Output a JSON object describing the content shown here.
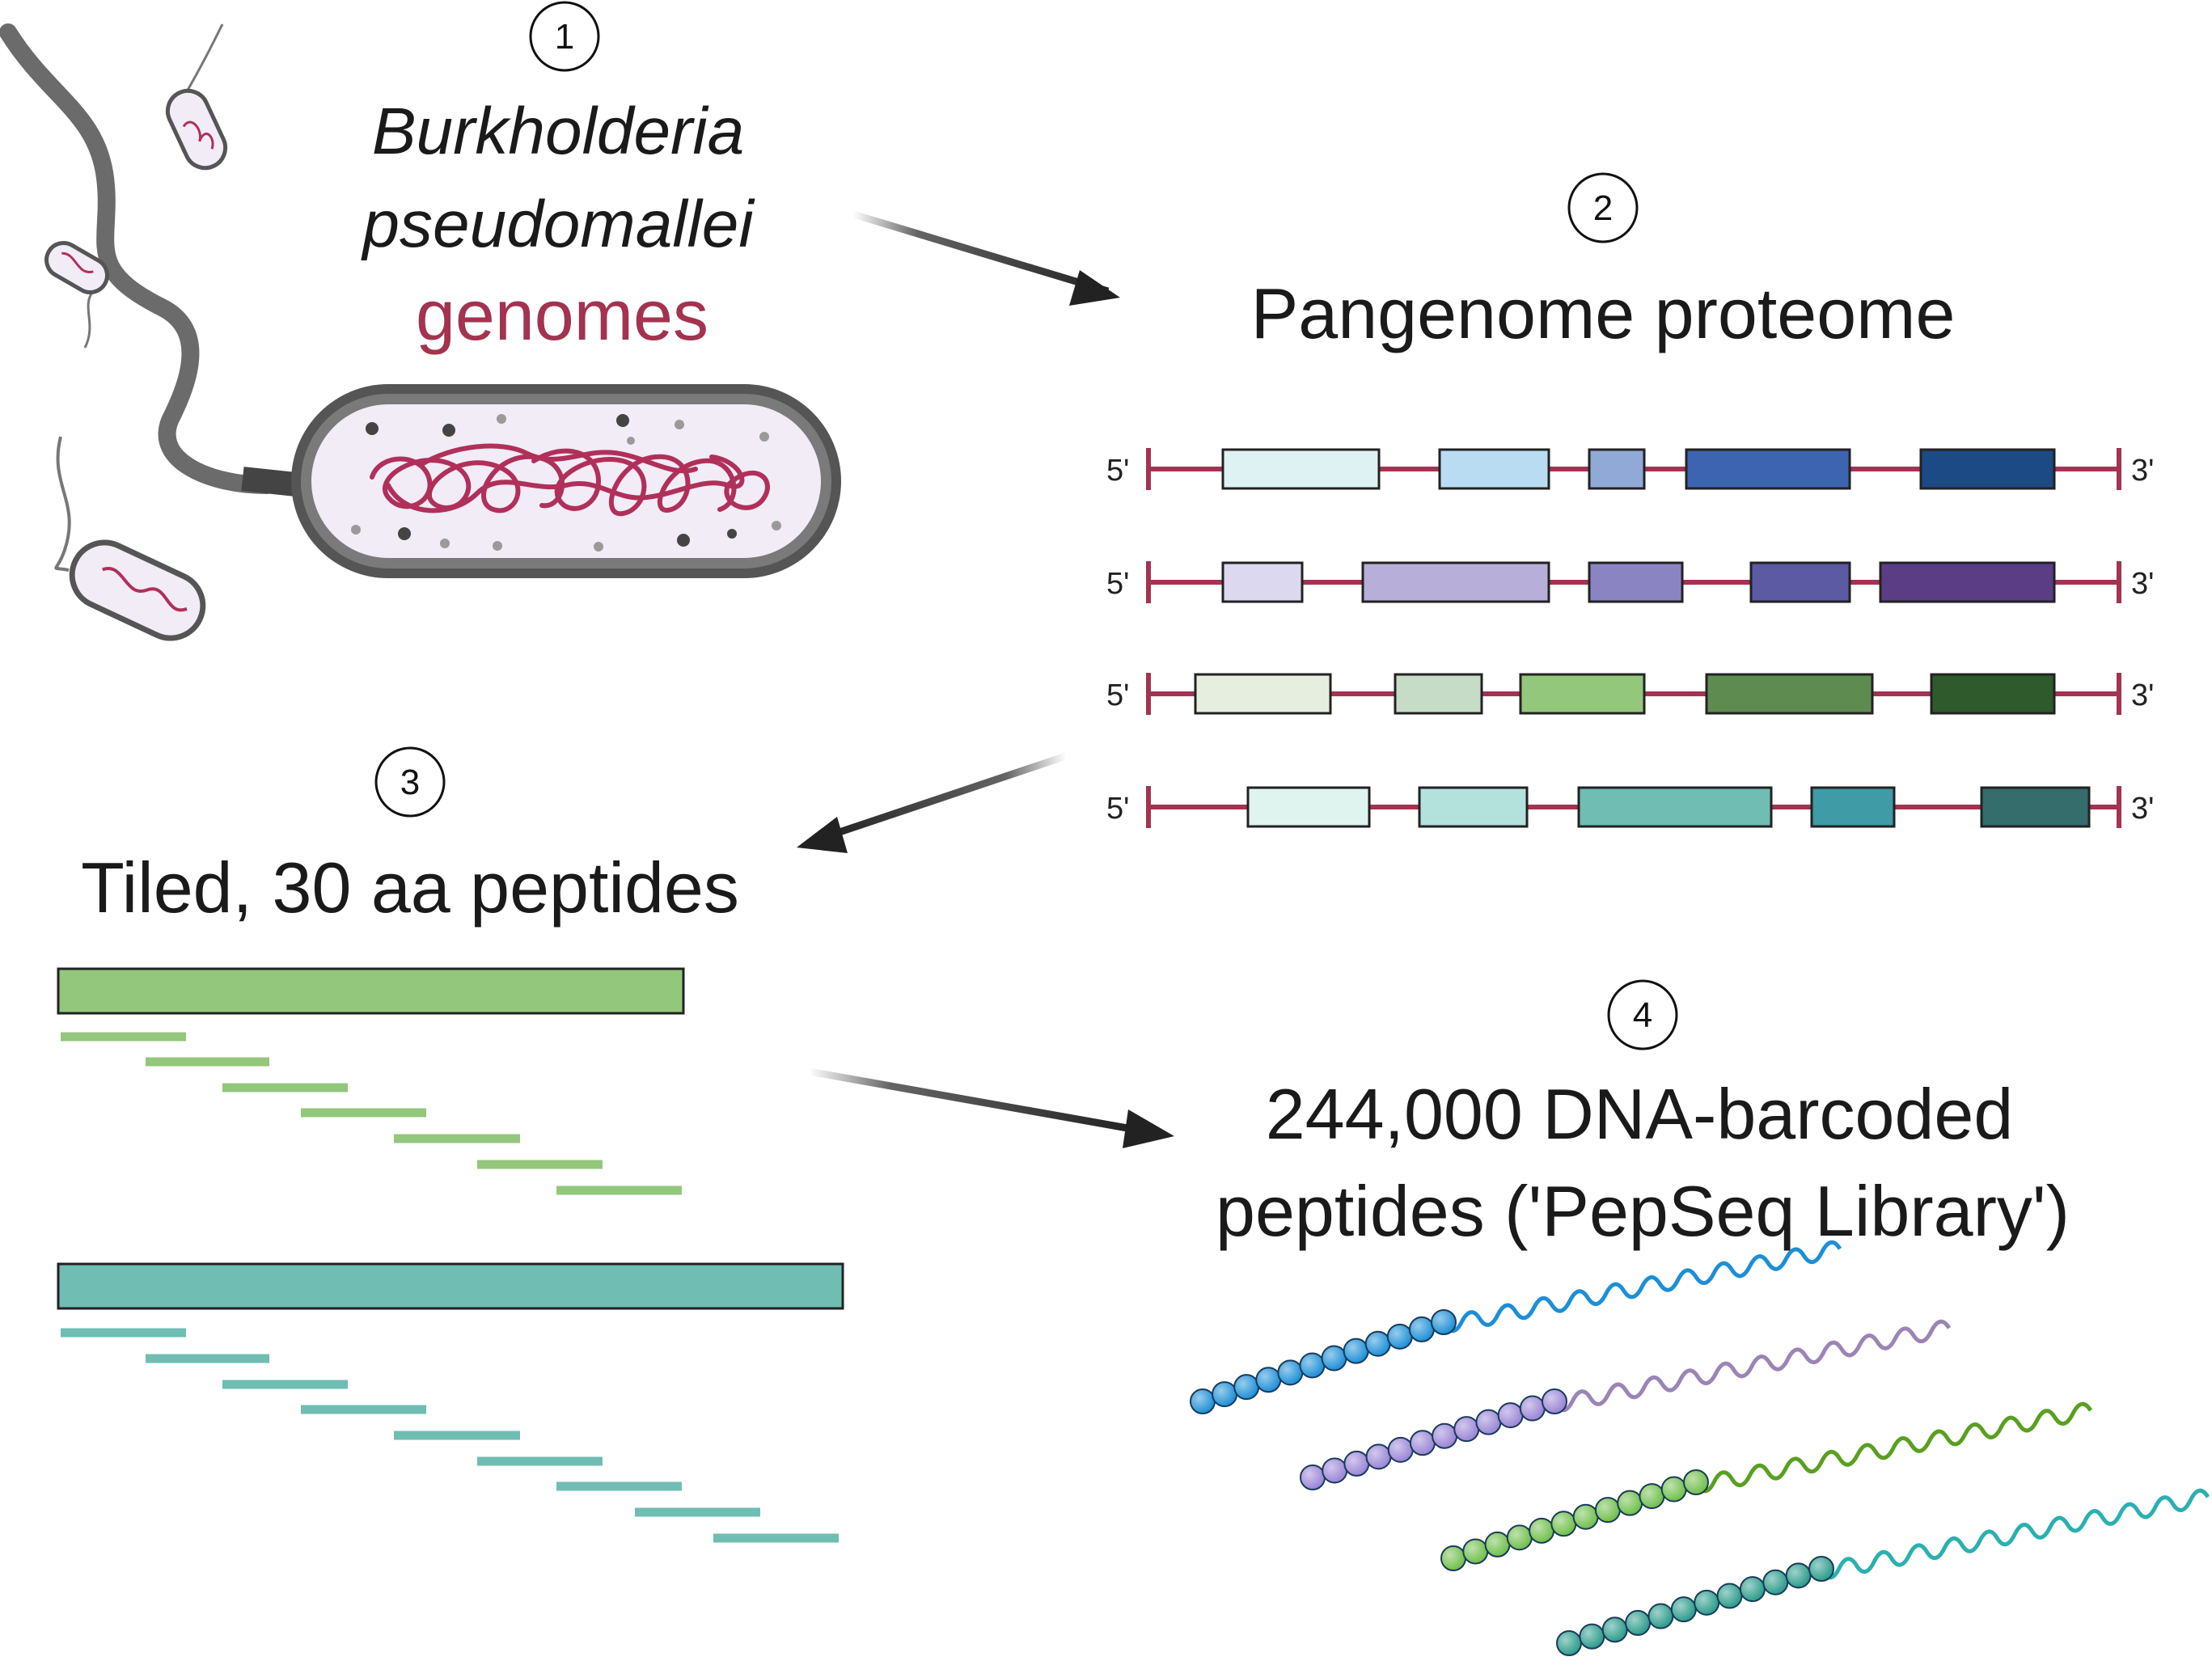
{
  "steps": {
    "s1": {
      "number": "1",
      "title_line1": "Burkholderia",
      "title_line2": "pseudomallei",
      "title_line3": "genomes"
    },
    "s2": {
      "number": "2",
      "title": "Pangenome proteome"
    },
    "s3": {
      "number": "3",
      "title": "Tiled, 30 aa peptides"
    },
    "s4": {
      "number": "4",
      "title_line1": "244,000 DNA-barcoded",
      "title_line2": "peptides ('PepSeq Library')"
    }
  },
  "strand_labels": {
    "five_prime": "5'",
    "three_prime": "3'"
  },
  "colors": {
    "accent_red": "#a3334f",
    "strand_line": "#a3334f",
    "text": "#1a1a1a",
    "cell_fill": "#f1ecf5",
    "cell_wall": "#5a5a5a",
    "arrow": "#222222",
    "proteome_rows": [
      [
        "#dff2f3",
        "#b9dcf2",
        "#91a9d6",
        "#3d64b0",
        "#1b4a85"
      ],
      [
        "#dcd8ef",
        "#b7afd9",
        "#8a85c2",
        "#5b5aa3",
        "#5a3d85"
      ],
      [
        "#e6eedf",
        "#c7dcc7",
        "#93c77c",
        "#5e8c50",
        "#2f5a2b"
      ],
      [
        "#dff3ef",
        "#b3e2dd",
        "#6fbdb3",
        "#3f9ba6",
        "#356c6c"
      ]
    ],
    "tile_green": "#93c77c",
    "tile_teal": "#6fbdb3",
    "peptide_beads": [
      "#1c8fd6",
      "#9a85d6",
      "#6fbf4a",
      "#2a9b8a"
    ],
    "peptide_tails": [
      "#1c8fd6",
      "#9a85b5",
      "#5aa020",
      "#2ab0b0"
    ]
  }
}
